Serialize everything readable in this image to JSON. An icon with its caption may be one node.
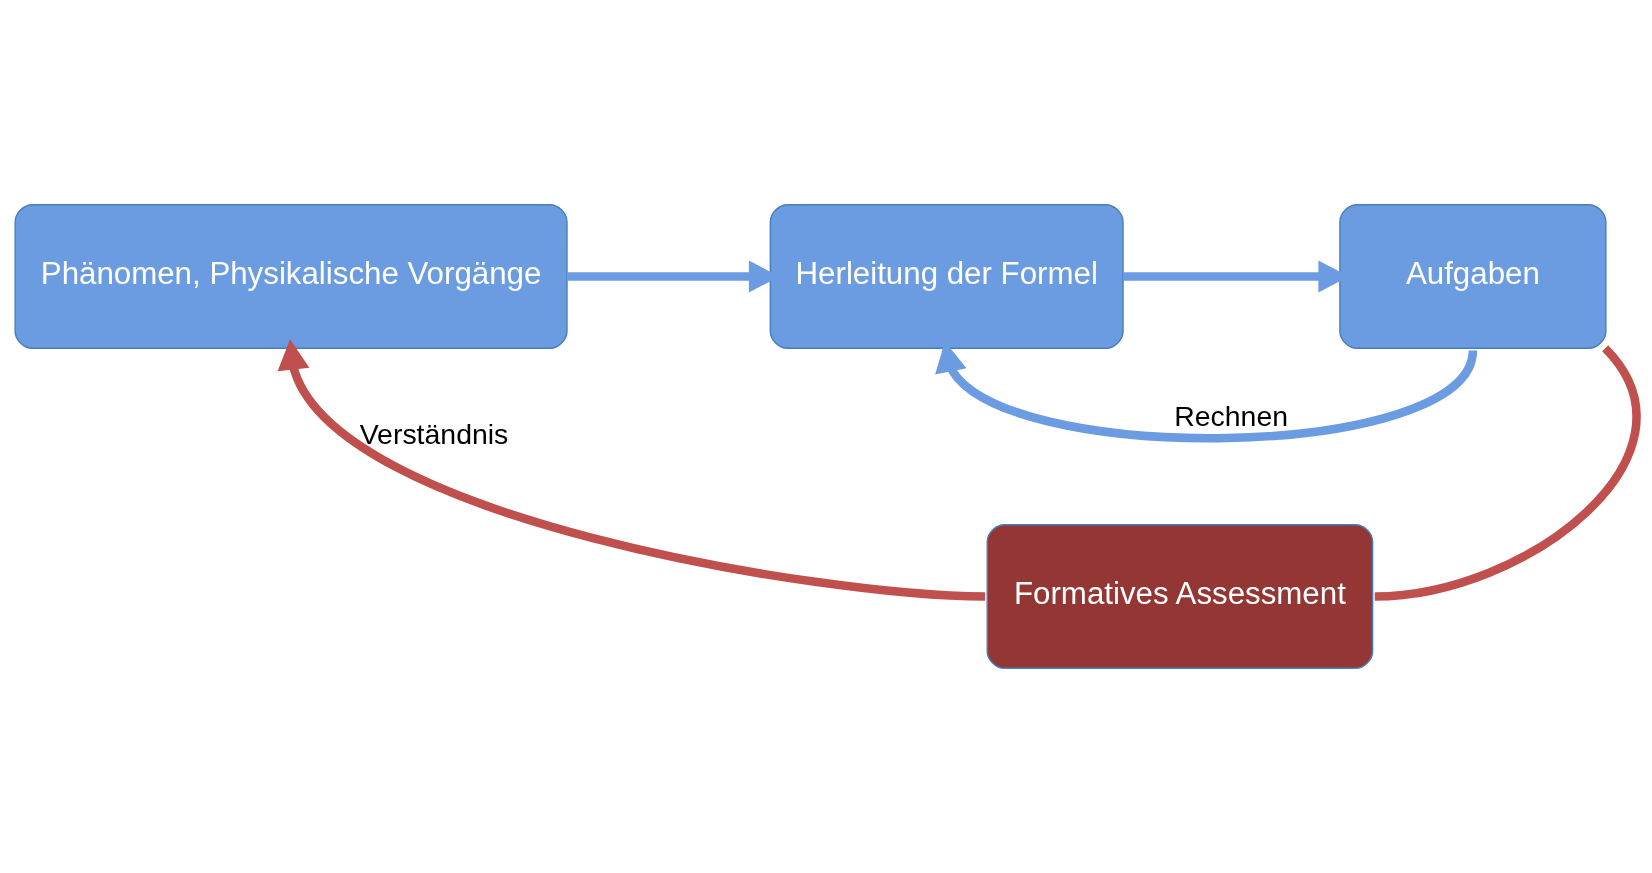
{
  "diagram": {
    "nodes": [
      {
        "text": [
          "Phänomen, Physikalische Vorgänge"
        ]
      },
      {
        "text": [
          "Herleitung der Formel"
        ]
      },
      {
        "text": [
          "Aufgaben"
        ]
      },
      {
        "text": [
          "Formatives Assessment"
        ]
      }
    ],
    "edges": [
      {
        "from": 0,
        "to": 1,
        "arrow": "to"
      },
      {
        "from": 1,
        "to": 2,
        "arrow": "to"
      },
      {
        "from": 2,
        "to": 1,
        "arrow": "to",
        "label": "Rechnen"
      },
      {
        "from": 2,
        "to": 3,
        "arrow": "none",
        "color": "#c0504d"
      },
      {
        "from": 3,
        "to": 0,
        "arrow": "to",
        "label": "Verständnis",
        "color": "#c0504d"
      }
    ]
  }
}
